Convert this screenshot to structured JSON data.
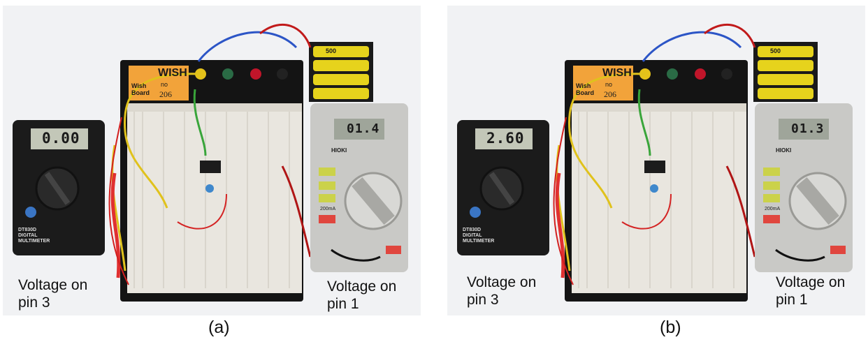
{
  "panels": [
    {
      "id": "a",
      "label": "(a)",
      "left_caption": "Voltage on\npin 3",
      "right_caption": "Voltage on\npin 1",
      "dt830d_display": "0.00",
      "hioki_display": "01.4",
      "board_brand": "WISH",
      "board_sub": "Wish\nBoard",
      "board_no": "no",
      "board_model": "206",
      "battery_text": "500",
      "dt830d_name": "DT830D\nDIGITAL\nMULTIMETER",
      "hioki_name": "HIOKI",
      "hioki_current": "200mA"
    },
    {
      "id": "b",
      "label": "(b)",
      "left_caption": "Voltage on\npin 3",
      "right_caption": "Voltage on\npin 1",
      "dt830d_display": "2.60",
      "hioki_display": "01.3",
      "board_brand": "WISH",
      "board_sub": "Wish\nBoard",
      "board_no": "no",
      "board_model": "206",
      "battery_text": "500",
      "dt830d_name": "DT830D\nDIGITAL\nMULTIMETER",
      "hioki_name": "HIOKI",
      "hioki_current": "200mA"
    }
  ]
}
